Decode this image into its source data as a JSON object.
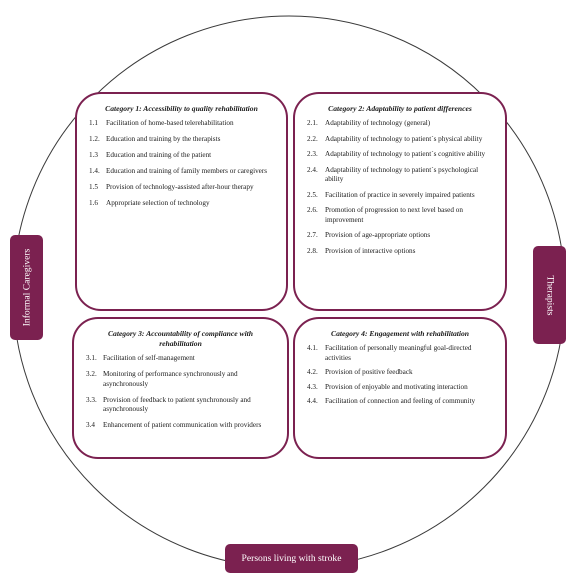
{
  "stakeholders": {
    "left": "Informal Caregivers",
    "right": "Therapists",
    "bottom": "Persons living with stroke"
  },
  "colors": {
    "accent": "#7b2150",
    "ring": "#3a3a3a"
  },
  "categories": [
    {
      "title": "Category 1: Accessibility to quality rehabilitation",
      "items": [
        {
          "num": "1.1",
          "text": "Facilitation of home-based telerehabilitation"
        },
        {
          "num": "1.2.",
          "text": "Education and training by the therapists"
        },
        {
          "num": "1.3",
          "text": "Education and training of the patient"
        },
        {
          "num": "1.4.",
          "text": "Education and training of family members or caregivers"
        },
        {
          "num": "1.5",
          "text": "Provision of technology-assisted after-hour therapy"
        },
        {
          "num": "1.6",
          "text": "Appropriate selection of technology"
        }
      ]
    },
    {
      "title": "Category 2: Adaptability to patient differences",
      "items": [
        {
          "num": "2.1.",
          "text": "Adaptability of technology (general)"
        },
        {
          "num": "2.2.",
          "text": "Adaptability of technology to patient´s physical ability"
        },
        {
          "num": "2.3.",
          "text": "Adaptability of technology to patient´s cognitive ability"
        },
        {
          "num": "2.4.",
          "text": "Adaptability of technology to patient´s psychological ability"
        },
        {
          "num": "2.5.",
          "text": "Facilitation of practice in severely impaired patients"
        },
        {
          "num": "2.6.",
          "text": "Promotion of progression to next level based on improvement"
        },
        {
          "num": "2.7.",
          "text": "Provision of age-appropriate options"
        },
        {
          "num": "2.8.",
          "text": "Provision of interactive options"
        }
      ]
    },
    {
      "title": "Category 3: Accountability of compliance with rehabilitation",
      "items": [
        {
          "num": "3.1.",
          "text": "Facilitation of self-management"
        },
        {
          "num": "3.2.",
          "text": "Monitoring of performance synchronously and asynchronously"
        },
        {
          "num": "3.3.",
          "text": "Provision of feedback to patient synchronously and asynchronously"
        },
        {
          "num": "3.4",
          "text": "Enhancement of patient communication with providers"
        }
      ]
    },
    {
      "title": "Category 4: Engagement with rehabilitation",
      "items": [
        {
          "num": "4.1.",
          "text": "Facilitation of personally meaningful goal-directed activities"
        },
        {
          "num": "4.2.",
          "text": "Provision of positive feedback"
        },
        {
          "num": "4.3.",
          "text": "Provision of enjoyable and motivating interaction"
        },
        {
          "num": "4.4.",
          "text": "Facilitation of connection and feeling of community"
        }
      ]
    }
  ]
}
